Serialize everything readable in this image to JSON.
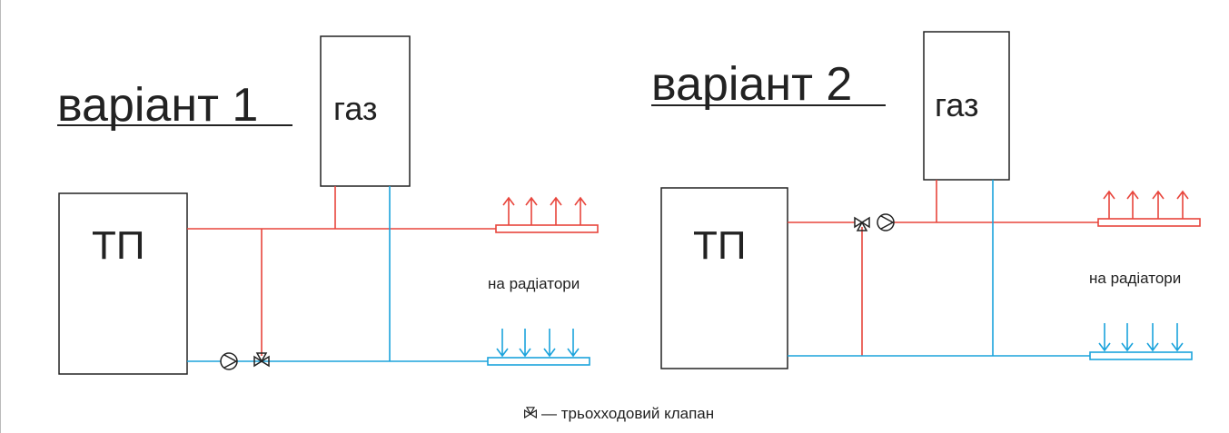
{
  "variant1": {
    "title": "варіант 1",
    "boiler_label": "газ",
    "tp_label": "ТП",
    "radiators_label": "на радіатори"
  },
  "variant2": {
    "title": "варіант 2",
    "boiler_label": "газ",
    "tp_label": "ТП",
    "radiators_label": "на радіатори"
  },
  "legend": {
    "text": "— трьохходовий клапан",
    "icon": "three-way-valve-icon"
  },
  "colors": {
    "supply": "#e8453c",
    "return": "#1ba3dc"
  }
}
